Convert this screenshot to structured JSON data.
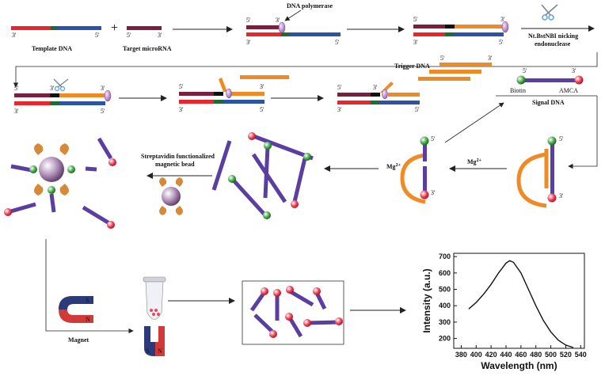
{
  "labels": {
    "template_dna": "Template DNA",
    "target_microrna": "Target microRNA",
    "dna_polymerase": "DNA polymerase",
    "nicking_line1": "Nt.BstNBI nicking",
    "nicking_line2": "endonuclease",
    "trigger_dna": "Trigger DNA",
    "biotin": "Biotin",
    "amca": "AMCA",
    "signal_dna": "Signal DNA",
    "streptavidin_line1": "Streptavidin functionalized",
    "streptavidin_line2": "magnetic bead",
    "mg_ion": "Mg",
    "mg_charge": "2+",
    "magnet": "Magnet",
    "prime5": "5'",
    "prime3": "3'",
    "plus": "+",
    "magnet_n": "N",
    "magnet_s": "S"
  },
  "colors": {
    "template_red": "#e8262b",
    "template_blue": "#2b54a6",
    "template_green": "#1f6b35",
    "microrna": "#7a1f3d",
    "orange": "#f08a24",
    "purple": "#5b3fa0",
    "pink_bead": "#f0455a",
    "green_bead": "#4caf50",
    "enzyme": "#c48ad6"
  },
  "chart_data": {
    "type": "line",
    "x": [
      390,
      400,
      410,
      420,
      430,
      440,
      445,
      450,
      460,
      470,
      480,
      490,
      500,
      510,
      520,
      530
    ],
    "series": [
      {
        "values": [
          380,
          420,
          470,
          530,
          600,
          660,
          675,
          665,
          600,
          500,
          400,
          310,
          240,
          190,
          160,
          145
        ]
      }
    ],
    "xlabel": "Wavelength (nm)",
    "ylabel": "Intensity (a.u.)",
    "xlim": [
      370,
      545
    ],
    "ylim": [
      140,
      720
    ],
    "xticks": [
      380,
      400,
      420,
      440,
      460,
      480,
      500,
      520,
      540
    ],
    "yticks": [
      200,
      300,
      400,
      500,
      600,
      700
    ],
    "grid": false
  }
}
